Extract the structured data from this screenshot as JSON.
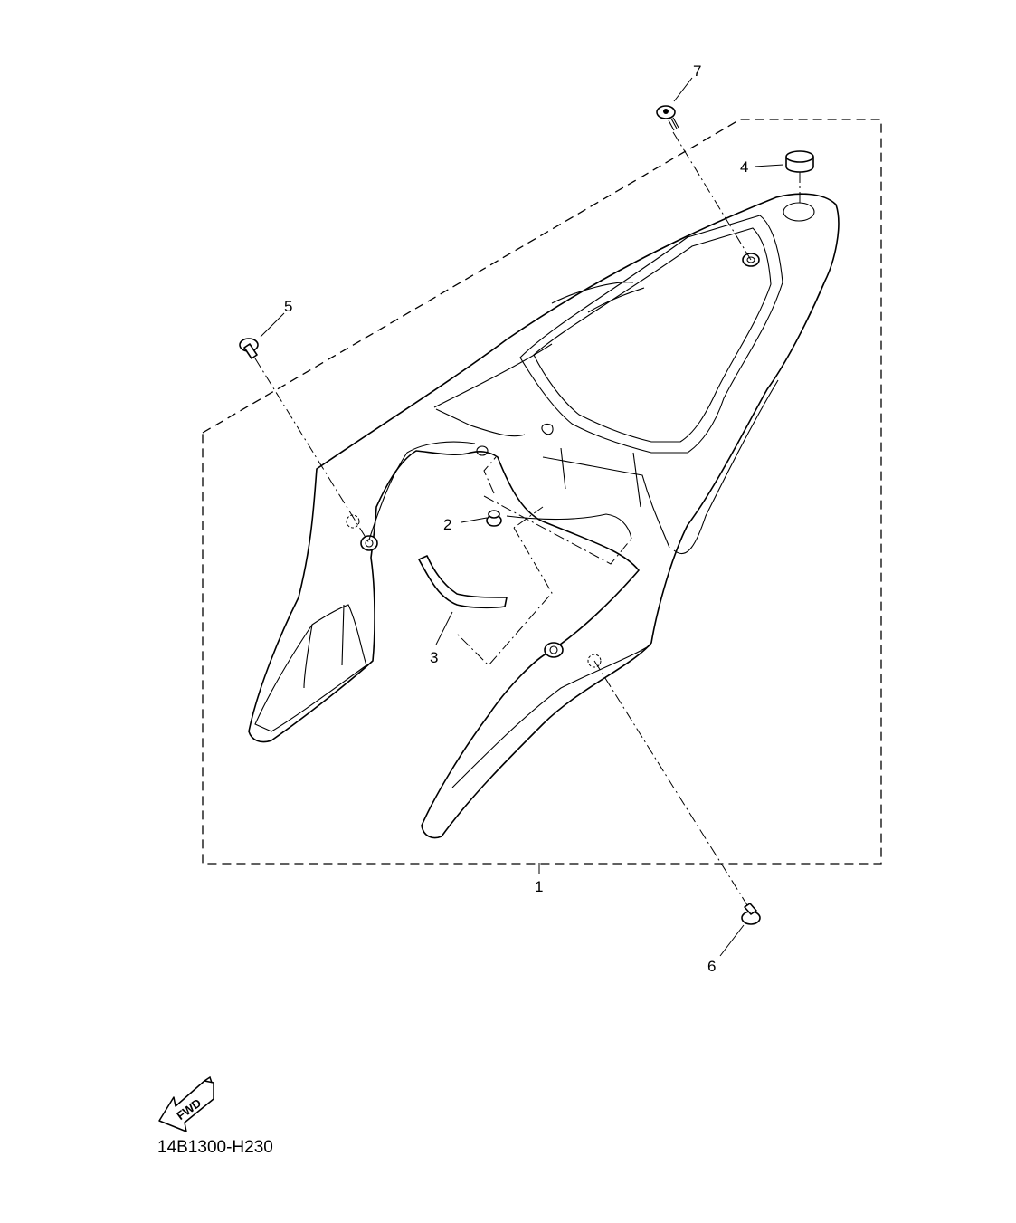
{
  "drawing_code": "14B1300-H230",
  "fwd_label": "FWD",
  "callouts": {
    "c1": "1",
    "c2": "2",
    "c3": "3",
    "c4": "4",
    "c5": "5",
    "c6": "6",
    "c7": "7"
  }
}
